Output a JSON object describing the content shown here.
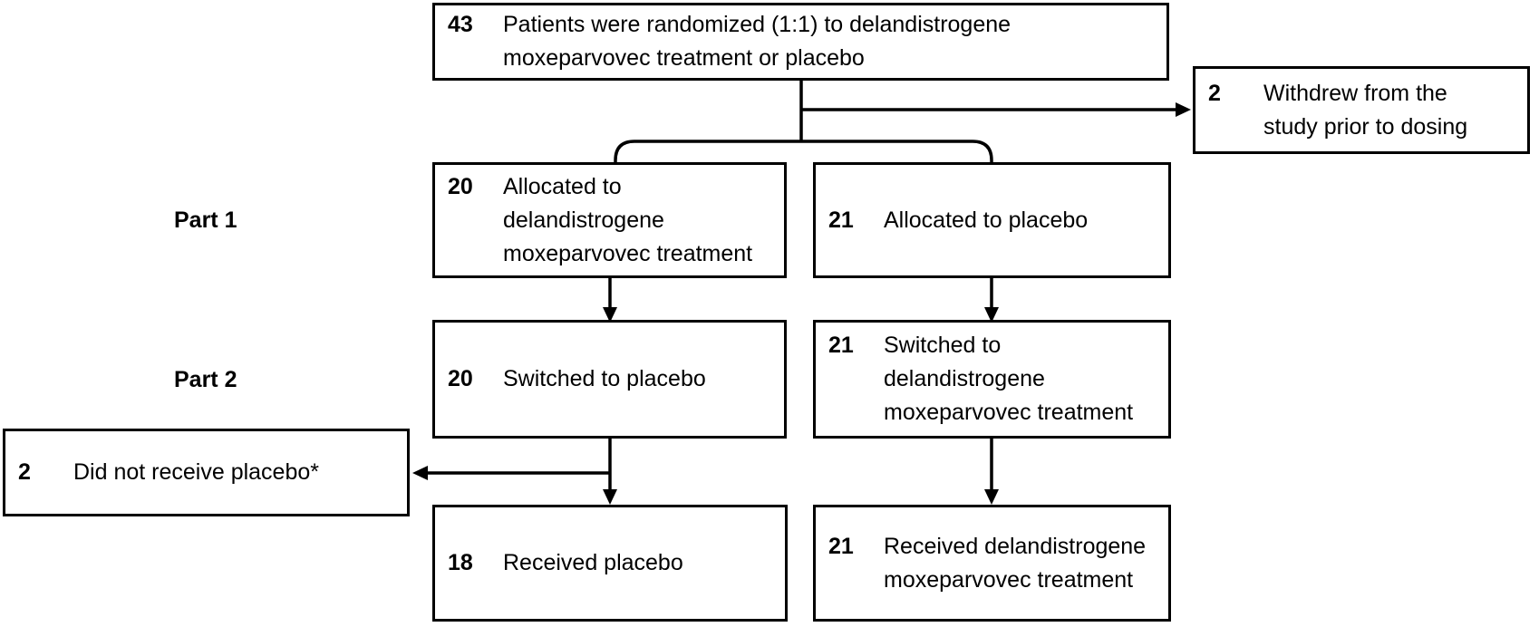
{
  "diagram": {
    "type": "consort-flowchart",
    "row_labels": {
      "part1": "Part 1",
      "part2": "Part 2"
    },
    "boxes": {
      "randomized": {
        "count": "43",
        "lines": [
          "Patients were randomized (1:1) to delandistrogene",
          "moxeparvovec treatment or placebo"
        ]
      },
      "withdrew": {
        "count": "2",
        "lines": [
          "Withdrew from the",
          "study prior to dosing"
        ]
      },
      "allocated_treatment": {
        "count": "20",
        "lines": [
          "Allocated to",
          "delandistrogene",
          "moxeparvovec treatment"
        ]
      },
      "allocated_placebo": {
        "count": "21",
        "lines": [
          "Allocated to placebo"
        ]
      },
      "switched_placebo": {
        "count": "20",
        "lines": [
          "Switched to placebo"
        ]
      },
      "switched_treatment": {
        "count": "21",
        "lines": [
          "Switched to",
          "delandistrogene",
          "moxeparvovec treatment"
        ]
      },
      "did_not_receive": {
        "count": "2",
        "lines": [
          "Did not receive placebo*"
        ]
      },
      "received_placebo": {
        "count": "18",
        "lines": [
          "Received placebo"
        ]
      },
      "received_treatment": {
        "count": "21",
        "lines": [
          "Received delandistrogene",
          "moxeparvovec treatment"
        ]
      }
    },
    "colors": {
      "background": "#ffffff",
      "box_fill": "#ffffff",
      "box_border": "#000000",
      "connector": "#000000",
      "text": "#000000"
    }
  }
}
